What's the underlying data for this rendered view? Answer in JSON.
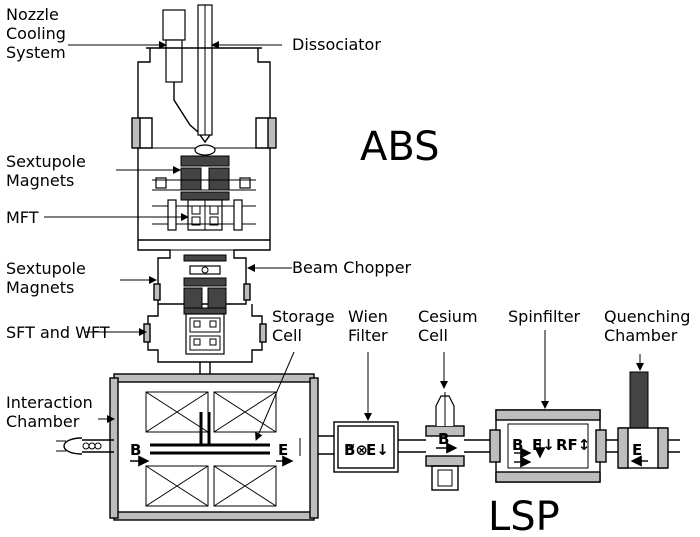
{
  "labels": {
    "nozzle_cooling": [
      "Nozzle",
      "Cooling",
      "System"
    ],
    "dissociator": "Dissociator",
    "abs": "ABS",
    "sextupole_1": [
      "Sextupole",
      "Magnets"
    ],
    "mft": "MFT",
    "sextupole_2": [
      "Sextupole",
      "Magnets"
    ],
    "beam_chopper": "Beam Chopper",
    "sft_wft": "SFT and WFT",
    "storage_cell": [
      "Storage",
      "Cell"
    ],
    "wien_filter": [
      "Wien",
      "Filter"
    ],
    "cesium_cell": [
      "Cesium",
      "Cell"
    ],
    "spinfilter": "Spinfilter",
    "quenching_chamber": [
      "Quenching",
      "Chamber"
    ],
    "interaction_chamber": [
      "Interaction",
      "Chamber"
    ],
    "lsp": "LSP"
  },
  "symbols": {
    "b_chamber": "B",
    "e_chamber": "E",
    "b_wien": "B⊗",
    "e_wien": "E↓",
    "b_cesium": "B",
    "b_spin": "B",
    "e_spin": "E↓",
    "rf_spin": "RF↕",
    "e_quench": "E"
  }
}
